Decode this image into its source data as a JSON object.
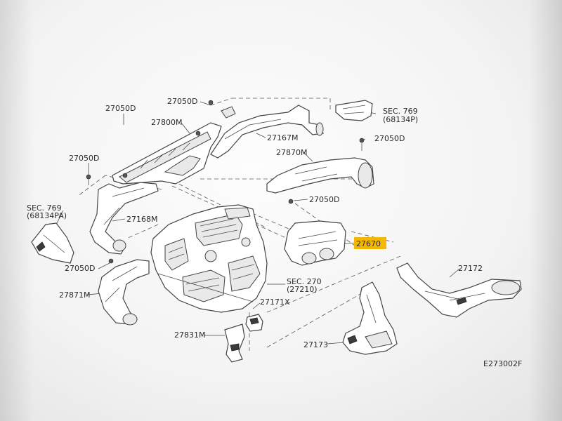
{
  "labels": {
    "bolt_top_left": "27050D",
    "bolt_top_center": "27050D",
    "bolt_right": "27050D",
    "bolt_left": "27050D",
    "bolt_mid": "27050D",
    "bolt_bottom_left": "27050D",
    "nozzle_center": "27800M",
    "duct_upper": "27167M",
    "duct_mid_right": "27870M",
    "duct_left": "27168M",
    "duct_lower_left": "27871M",
    "duct_highlighted": "27670",
    "duct_far_right": "27172",
    "duct_lower_right": "27173",
    "bracket": "27831M",
    "clip": "27171X",
    "sec_769_right_line1": "SEC. 769",
    "sec_769_right_line2": "(68134P)",
    "sec_769_left_line1": "SEC. 769",
    "sec_769_left_line2": "(68134PA)",
    "sec_270_line1": "SEC. 270",
    "sec_270_line2": "(27210)",
    "figure_code": "E273002F"
  },
  "colors": {
    "highlight": "#f5b800",
    "line": "#444444"
  }
}
